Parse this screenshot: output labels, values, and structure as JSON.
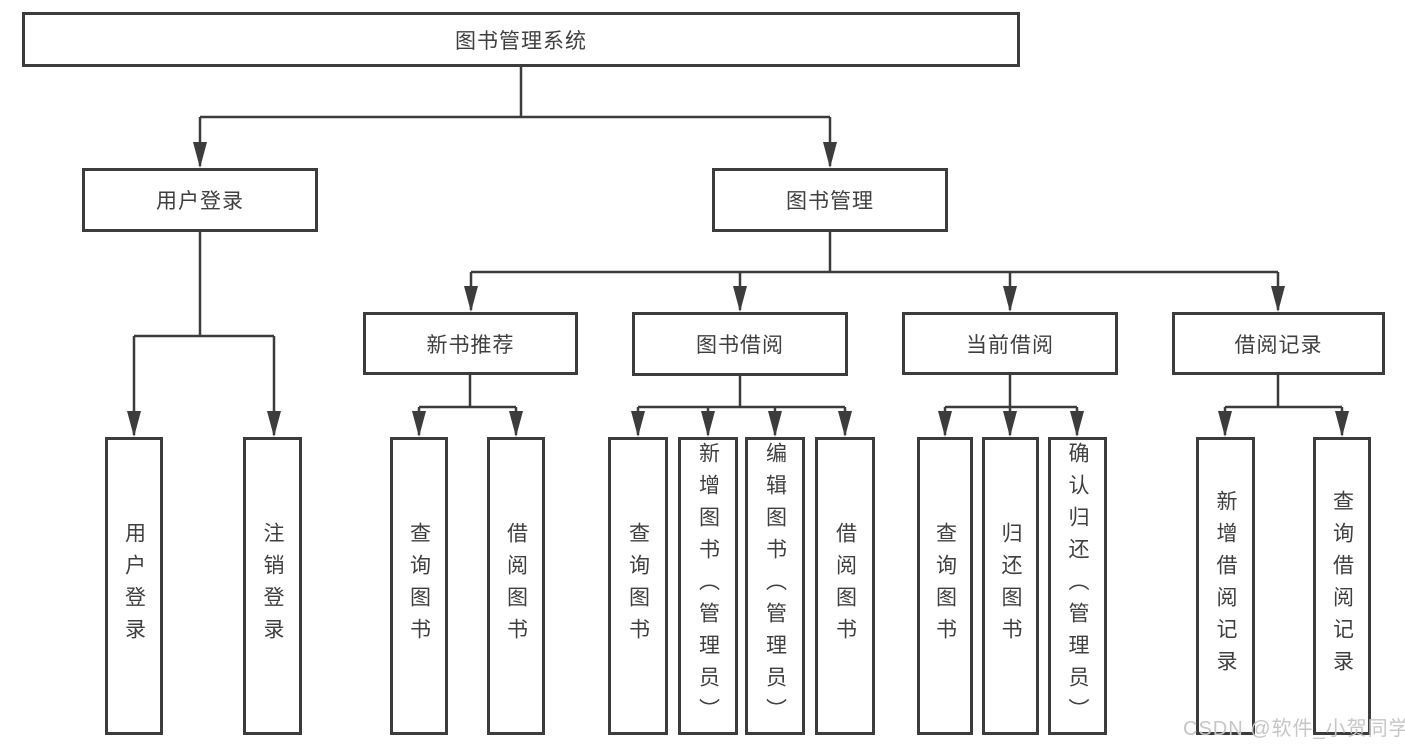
{
  "tree": {
    "label": "图书管理系统",
    "children": [
      {
        "label": "用户登录",
        "children": [
          {
            "label": "用户登录"
          },
          {
            "label": "注销登录"
          }
        ]
      },
      {
        "label": "图书管理",
        "children": [
          {
            "label": "新书推荐",
            "children": [
              {
                "label": "查询图书"
              },
              {
                "label": "借阅图书"
              }
            ]
          },
          {
            "label": "图书借阅",
            "children": [
              {
                "label": "查询图书"
              },
              {
                "label": "新增图书（管理员）"
              },
              {
                "label": "编辑图书（管理员）"
              },
              {
                "label": "借阅图书"
              }
            ]
          },
          {
            "label": "当前借阅",
            "children": [
              {
                "label": "查询图书"
              },
              {
                "label": "归还图书"
              },
              {
                "label": "确认归还（管理员）"
              }
            ]
          },
          {
            "label": "借阅记录",
            "children": [
              {
                "label": "新增借阅记录"
              },
              {
                "label": "查询借阅记录"
              }
            ]
          }
        ]
      }
    ]
  },
  "watermark": {
    "text": "CSDN @软件_小贺同学"
  },
  "colors": {
    "line": "#3c3c3c",
    "box_border": "#3c3c3c",
    "box_background": "#ffffff",
    "text": "#3f3f3f",
    "watermark": "#c6c6c6"
  }
}
